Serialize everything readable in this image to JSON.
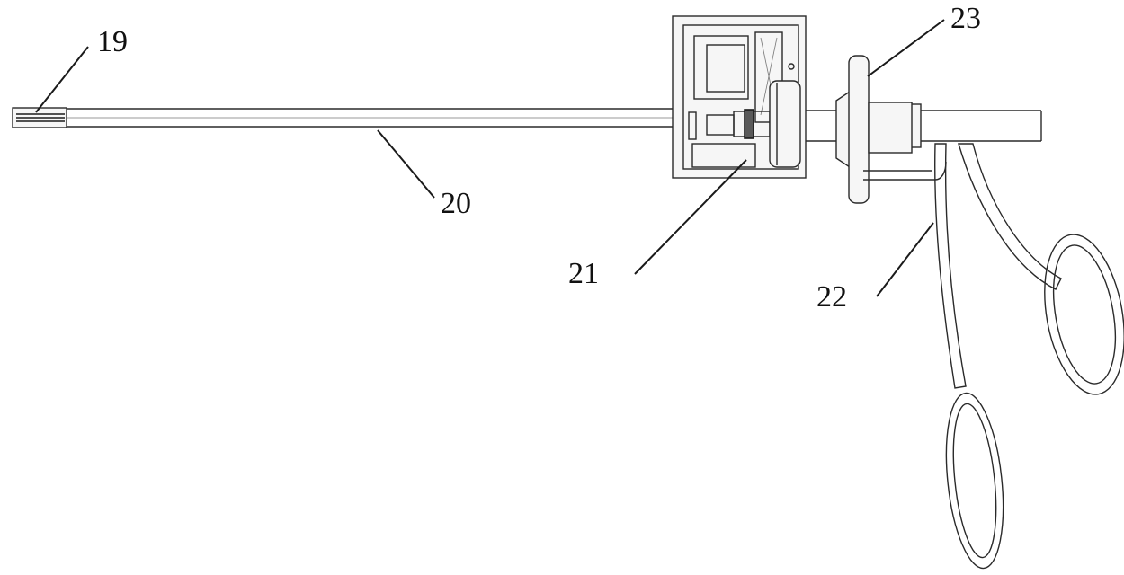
{
  "figure": {
    "labels": {
      "tip": "19",
      "shaft": "20",
      "housing": "21",
      "handle": "22",
      "wheel": "23"
    }
  }
}
